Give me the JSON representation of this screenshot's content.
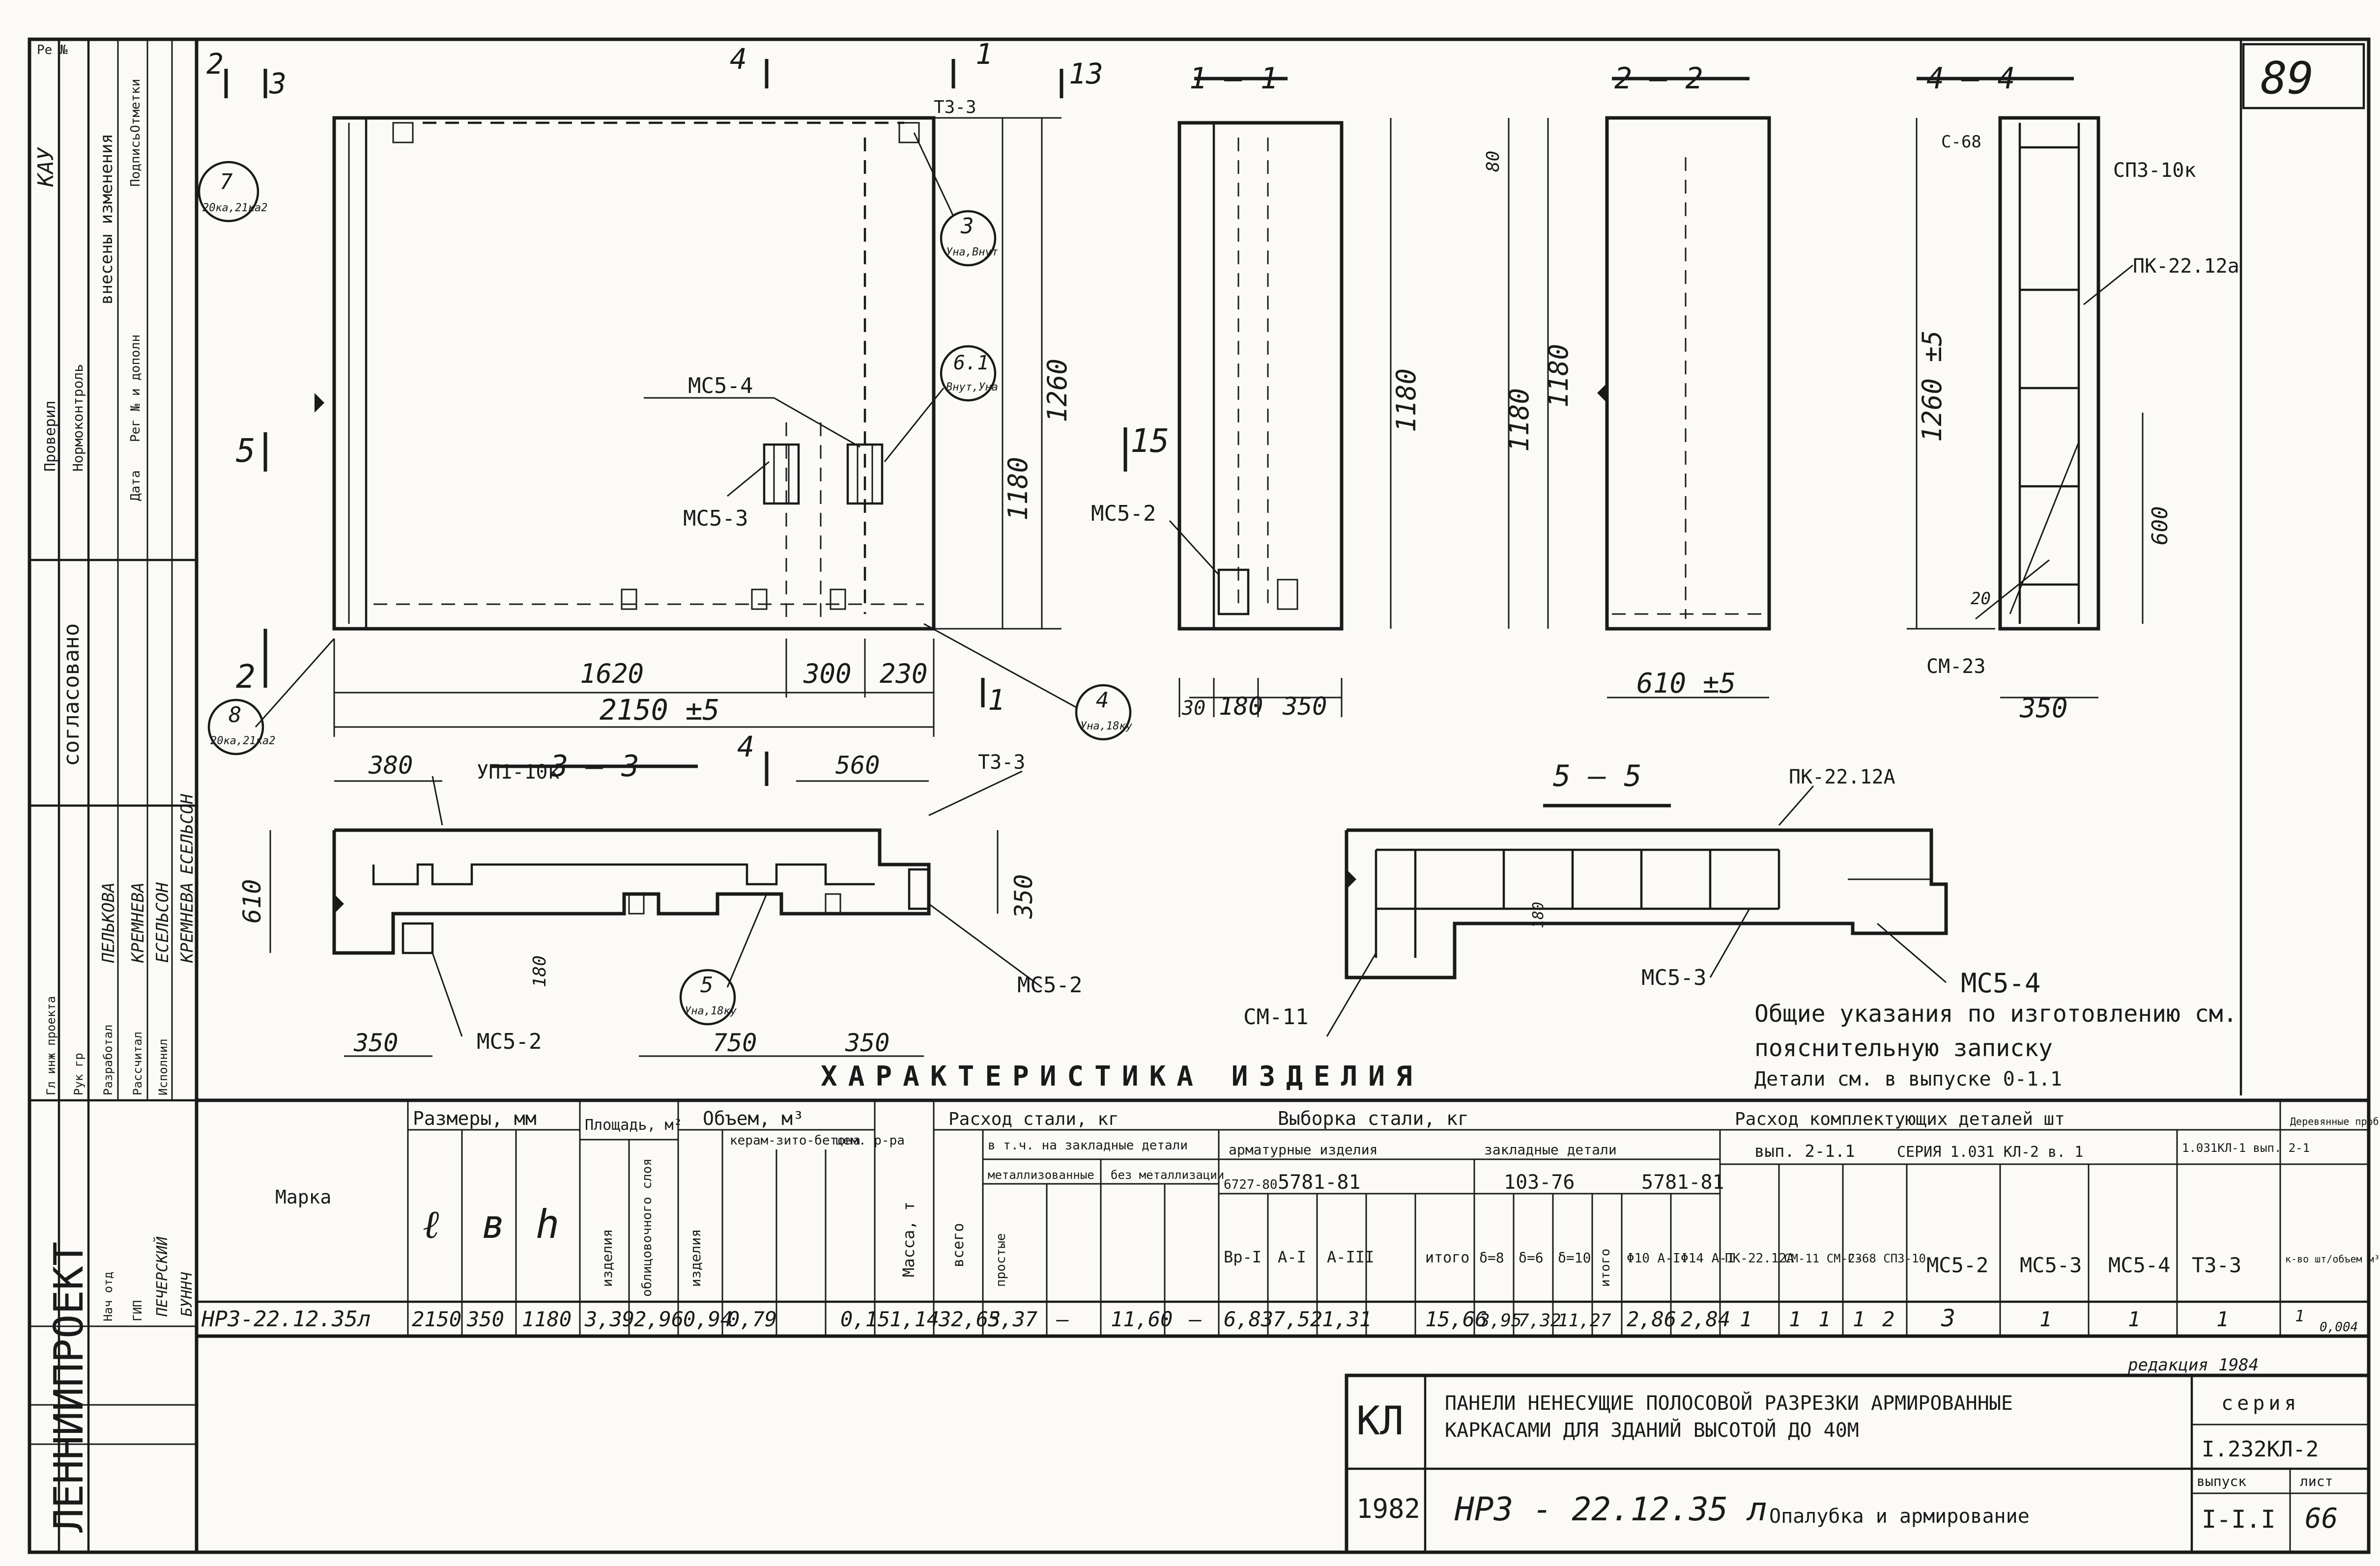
{
  "sheet": {
    "page_number": "89",
    "corner_label": "Ре №"
  },
  "left_strip": {
    "org": "ЛЕННИИПРОЕКТ",
    "agreed": "согласовано",
    "changes": "внесены изменения",
    "checked": "Проверил",
    "normcontrol": "Нормоконтроль",
    "date_col": "Дата",
    "reg_no": "Рег № и дополн",
    "sign": "Подпись",
    "note": "Отметки",
    "kau": "КАУ",
    "proj_head": "Гл инж проекта",
    "group_head": "Рук гр",
    "developed": "Разработал",
    "calculated": "Рассчитал",
    "executed": "Исполнил",
    "name1": "ПЕЛЬКОВА",
    "name2": "КРЕМНЕВА",
    "name3": "ЕСЕЛЬСОН",
    "name4": "КРЕМНЕВА",
    "name5": "ЕСЕЛЬСОН",
    "nach_otd": "Нач отд",
    "gip": "ГИП",
    "name6": "ПЕЧЕРСКИЙ",
    "name7": "БУННЧ"
  },
  "views": {
    "front": {
      "sec_2_top": "2",
      "sec_3_top": "3",
      "sec_4_top": "4",
      "sec_1_top": "1",
      "sec_13_top": "13",
      "sec_5": "5",
      "sec_2_bottom": "2",
      "sec_1_right": "1",
      "tag_t33": "Т3-3",
      "mcs4": "МС5-4",
      "mcs3": "МС5-3",
      "bubble_7": "7",
      "bubble_7_sub": "20ка,21ка2",
      "bubble_3": "3",
      "bubble_3_sub": "Уна,Внут",
      "bubble_6": "6.1",
      "bubble_6_sub": "Внут,Уна",
      "bubble_8": "8",
      "bubble_8_sub": "20ка,21ка2",
      "bubble_4": "4",
      "bubble_4_sub": "Уна,18ку",
      "dim_1260": "1260",
      "dim_1180": "1180",
      "dim_1620": "1620",
      "dim_300": "300",
      "dim_230": "230",
      "dim_2150": "2150 ±5"
    },
    "section_11": {
      "title": "1 — 1",
      "mcs2": "МС5-2",
      "sec_15": "15",
      "dim_1180": "1180",
      "dim_30": "30",
      "dim_180": "180",
      "dim_350": "350"
    },
    "section_22": {
      "title": "2 — 2",
      "dim_1180a": "1180",
      "dim_1180b": "1180",
      "dim_80": "80",
      "dim_610": "610 ±5"
    },
    "section_44": {
      "title": "4 — 4",
      "c68": "С-68",
      "spz": "СПЗ-10к",
      "pk": "ПК-22.12а",
      "cm23": "СМ-23",
      "dim_1260": "1260 ±5",
      "dim_600": "600",
      "dim_20": "20",
      "dim_350": "350"
    },
    "section_33": {
      "title": "3 — 3",
      "sec_4": "4",
      "up": "УП1-10к",
      "t33": "Т3-3",
      "mcs2a": "МС5-2",
      "mcs2b": "МС5-2",
      "bubble_5": "5",
      "bubble_5_sub": "Уна,18ку",
      "dim_380": "380",
      "dim_560": "560",
      "dim_610": "610",
      "dim_350r": "350",
      "dim_180": "180",
      "dim_350b": "350",
      "dim_750": "750",
      "dim_350c": "350"
    },
    "section_55": {
      "title": "5 — 5",
      "pk": "ПК-22.12А",
      "cm11": "СМ-11",
      "mcs3": "МС5-3",
      "mcs4": "МС5-4",
      "dim_180": "180"
    }
  },
  "notes": {
    "line1": "Общие указания по изготовлению см.",
    "line2": "пояснительную записку",
    "line3": "Детали см. в выпуске 0-1.1"
  },
  "table": {
    "title": "ХАРАКТЕРИСТИКА ИЗДЕЛИЯ",
    "h_mark": "Марка",
    "h_sizes": "Размеры, мм",
    "h_l": "ℓ",
    "h_b": "в",
    "h_h": "h",
    "h_area": "Площадь, м²",
    "h_area_item": "изделия",
    "h_area_face": "облицовочного слоя",
    "h_volume": "Объем, м³",
    "h_vol_item": "изделия",
    "h_vol_keram": "керам-зито-бетона",
    "h_vol_cem": "цем. р-ра",
    "h_mass": "Масса, т",
    "h_steel": "Расход стали, кг",
    "h_steel_total": "всего",
    "h_steel_incl": "в т.ч. на закладные детали",
    "h_steel_metal": "металлизованные",
    "h_steel_nometal": "без металлизации",
    "h_steel_pro": "простые",
    "h_selection": "Выборка стали, кг",
    "h_sel_arm": "арматурные изделия",
    "h_sel_emb": "закладные детали",
    "h_sel_gost1": "6727-80",
    "h_sel_gost2": "5781-81",
    "h_sel_vr": "Вр-I",
    "h_sel_a1": "А-I",
    "h_sel_a3": "А-III",
    "h_sel_total1": "итого",
    "h_sel_gost3": "103-76",
    "h_sel_gost4": "5781-81",
    "h_sel_s8": "δ=8",
    "h_sel_s6": "δ=6",
    "h_sel_s10": "δ=10",
    "h_sel_total2": "итого",
    "h_sel_d10": "Φ10 А-I",
    "h_sel_d14": "Φ14 А-I",
    "h_parts": "Расход комплектующих деталей шт",
    "h_parts_vyp": "вып. 2-1.1",
    "h_parts_series": "СЕРИЯ 1.031 КЛ-2 в. 1",
    "h_parts_right": "1.031КЛ-1 вып. 2-1",
    "h_parts_prob": "Деревянные пробки",
    "h_p_pk": "ПК-22.12А",
    "h_p_cm": "СМ-11 СМ-23",
    "h_p_c68": "С-68 СПЗ-10",
    "h_p_mcs2": "МС5-2",
    "h_p_mcs3": "МС5-3",
    "h_p_mcs4": "МС5-4",
    "h_p_t33": "Т3-3",
    "h_p_kvo": "к-во шт/объем м³",
    "row": {
      "mark": "НРЗ-22.12.35л",
      "l": "2150",
      "b": "350",
      "h": "1180",
      "area_item": "3,39",
      "area_face": "2,96",
      "vol_item": "0,94",
      "vol_keram": "0,79",
      "vol_blank": "",
      "vol_cem": "0,15",
      "mass": "1,14",
      "steel_total": "32,63",
      "steel_metal": "5,37",
      "steel_dash1": "—",
      "steel_nometal": "11,60",
      "steel_dash2": "—",
      "vr": "6,83",
      "a1": "7,52",
      "a3": "1,31",
      "blank1": "",
      "total1": "15,66",
      "s8": "3,95",
      "s6": "7,32",
      "total2": "11,27",
      "d10": "2,86",
      "d14": "2,84",
      "p_pk": "1",
      "p_cm_a": "1",
      "p_cm_b": "1",
      "p_c68_a": "1",
      "p_c68_b": "2",
      "p_mcs2": "3",
      "p_mcs3": "1",
      "p_mcs4": "1",
      "p_t33": "1",
      "p_kvo": "1",
      "p_vol": "0,004"
    },
    "edition": "редакция 1984"
  },
  "title_block": {
    "code": "КЛ",
    "desc_line1": "ПАНЕЛИ НЕНЕСУЩИЕ ПОЛОСОВОЙ РАЗРЕЗКИ АРМИРОВАННЫЕ",
    "desc_line2": "КАРКАСАМИ ДЛЯ ЗДАНИЙ ВЫСОТОЙ ДО 40М",
    "year": "1982",
    "mark": "НРЗ - 22.12.35 л",
    "subtitle": "Опалубка и армирование",
    "series_label": "серия",
    "series_value": "I.232КЛ-2",
    "vyp_label": "выпуск",
    "vyp_value": "I-I.I",
    "list_label": "лист",
    "list_value": "66"
  }
}
